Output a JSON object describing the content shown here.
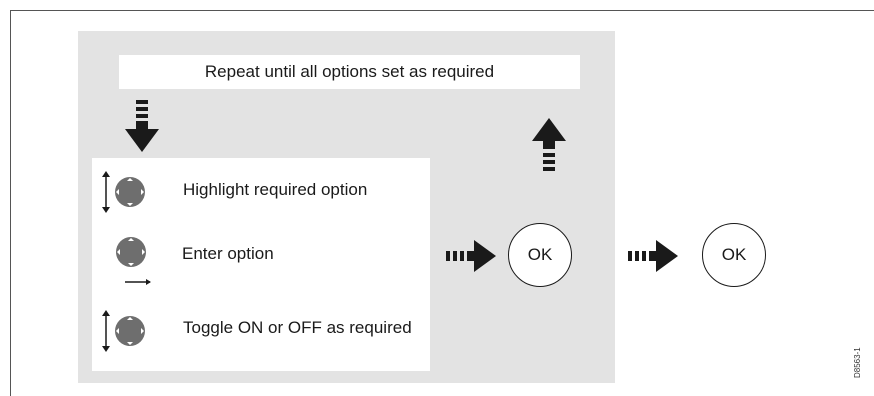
{
  "banner": {
    "text": "Repeat until all options set as required"
  },
  "steps": [
    {
      "label": "Highlight required option",
      "icon": "updown-dpad-icon"
    },
    {
      "label": "Enter option",
      "icon": "right-dpad-icon"
    },
    {
      "label": "Toggle ON or OFF as required",
      "icon": "updown-dpad-icon"
    }
  ],
  "buttons": [
    {
      "label": "OK"
    },
    {
      "label": "OK"
    }
  ],
  "doc_ref": "D8563-1",
  "colors": {
    "panel": "#e3e3e3",
    "dpad": "#6e6e6e",
    "arrow": "#1a1a1a"
  }
}
